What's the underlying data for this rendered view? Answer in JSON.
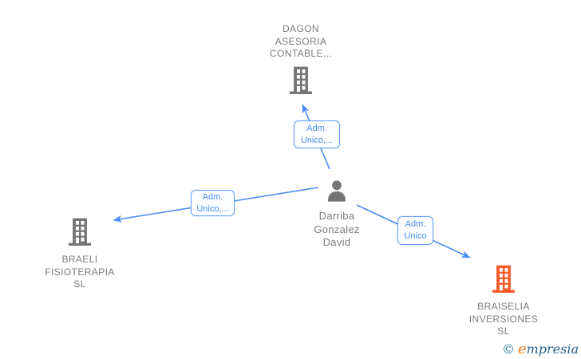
{
  "colors": {
    "accent-blue": "#4a8cf5",
    "label-border": "#63a0f7",
    "label-bg": "#fcfeff",
    "gray-icon": "#757575",
    "gray-text": "#7c7c7c",
    "orange-icon": "#f95a28",
    "logo-teal": "#2e7f9f",
    "logo-orange": "#ee7f22",
    "logo-dark": "#26628a"
  },
  "diagram": {
    "person": {
      "name": "Darriba\nGonzalez\nDavid",
      "icon": "person-icon"
    },
    "companies": [
      {
        "id": "dagon",
        "name": "DAGON\nASESORIA\nCONTABLE...",
        "icon": "building-icon",
        "icon_color": "#757575"
      },
      {
        "id": "braeli",
        "name": "BRAELI\nFISIOTERAPIA\nSL",
        "icon": "building-icon",
        "icon_color": "#757575"
      },
      {
        "id": "braiselia",
        "name": "BRAISELIA\nINVERSIONES\nSL",
        "icon": "building-icon",
        "icon_color": "#f95a28"
      }
    ],
    "edge_labels": [
      {
        "target": "dagon",
        "label": "Adm.\nUnico,..."
      },
      {
        "target": "braeli",
        "label": "Adm.\nUnico,..."
      },
      {
        "target": "braiselia",
        "label": "Adm.\nUnico"
      }
    ]
  },
  "footer": {
    "copyright_symbol": "©",
    "brand_initial": "e",
    "brand_rest": "mpresia"
  }
}
